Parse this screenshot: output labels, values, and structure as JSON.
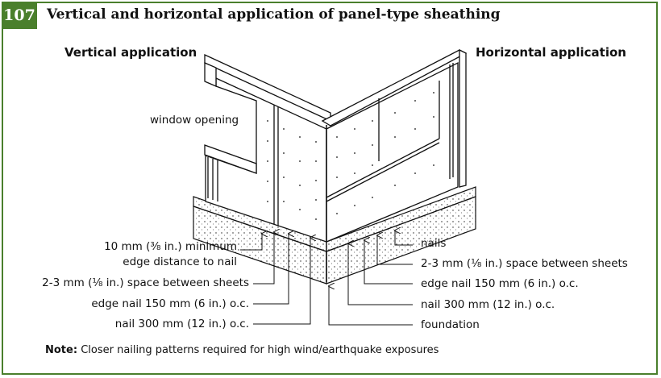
{
  "figure": {
    "number": "107",
    "title": "Vertical and horizontal application of panel-type sheathing"
  },
  "headings": {
    "vertical": "Vertical application",
    "horizontal": "Horizontal application"
  },
  "callouts_left": {
    "window": "window opening",
    "edge_distance_line1": "10 mm (⅜ in.) minimum",
    "edge_distance_line2": "edge distance to nail",
    "space": "2-3 mm (⅛ in.) space between sheets",
    "edge_nail": "edge nail 150 mm (6 in.) o.c.",
    "nail": "nail 300 mm (12 in.) o.c."
  },
  "callouts_right": {
    "nails": "nails",
    "space": "2-3 mm (⅛ in.) space between sheets",
    "edge_nail": "edge nail 150 mm (6 in.) o.c.",
    "nail": "nail 300 mm (12 in.) o.c.",
    "foundation": "foundation"
  },
  "note": {
    "label": "Note:",
    "text": "Closer nailing patterns required for high wind/earthquake exposures"
  },
  "colors": {
    "accent": "#4a7f2c",
    "ink": "#111111"
  }
}
